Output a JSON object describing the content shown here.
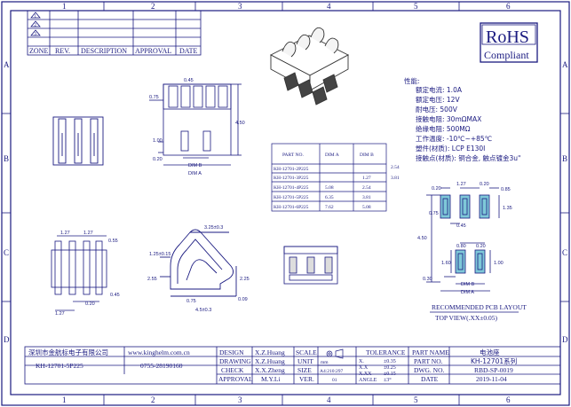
{
  "border": {
    "columns": [
      "1",
      "2",
      "3",
      "4",
      "5",
      "6"
    ],
    "rows": [
      "A",
      "B",
      "C",
      "D"
    ]
  },
  "revision": {
    "marks": [
      "1",
      "2",
      "3"
    ],
    "headers": [
      "ZONE",
      "REV.",
      "DESCRIPTION",
      "APPROVAL",
      "DATE"
    ]
  },
  "rohs": {
    "title": "RoHS",
    "subtitle": "Compliant"
  },
  "properties": {
    "title": "性能:",
    "lines": [
      "额定电流: 1.0A",
      "额定电压: 12V",
      "耐电压: 500V",
      "接触电阻: 30mΩMAX",
      "绝缘电阻: 500MΩ",
      "工作温度: -10℃~+85℃",
      "塑件(材质): LCP E130I",
      "接触点(材质): 铜合金, 触点镀金3u\""
    ]
  },
  "parts_table": {
    "headers": [
      "PART NO.",
      "DIM A",
      "DIM B"
    ],
    "rows": [
      [
        "KH-12701-2P225",
        "",
        ""
      ],
      [
        "KH-12701-3P225",
        "",
        "1.27"
      ],
      [
        "KH-12701-4P225",
        "5.08",
        "2.54"
      ],
      [
        "KH-12701-5P225",
        "6.35",
        "3.81"
      ],
      [
        "KH-12701-6P225",
        "7.62",
        "5.08"
      ]
    ],
    "side_values": [
      "2.54",
      "3.81"
    ]
  },
  "dims": {
    "top_045": "0.45",
    "top_075": "0.75",
    "top_450": "4.50",
    "top_100": "1.00",
    "top_020": "0.20",
    "dim_b": "DIM B",
    "dim_a": "DIM A",
    "bl_127a": "1.27",
    "bl_127b": "1.27",
    "bl_055": "0.55",
    "bl_045": "0.45",
    "bl_020": "0.20",
    "bl_127c": "1.27",
    "side_325": "3.25±0.3",
    "side_125": "1.25±0.15",
    "side_255": "2.55",
    "side_225": "2.25",
    "side_075": "0.75",
    "side_009": "0.09",
    "side_450": "4.5±0.3",
    "pcb_020": "0.20",
    "pcb_127a": "1.27",
    "pcb_020b": "0.20",
    "pcb_085": "0.85",
    "pcb_075": "0.75",
    "pcb_135": "1.35",
    "pcb_045": "0.45",
    "pcb_450": "4.50",
    "pcb_080": "0.80",
    "pcb_020c": "0.20",
    "pcb_160": "1.60",
    "pcb_100": "1.00",
    "pcb_030": "0.30",
    "pcb_dimb": "DIM B",
    "pcb_dima": "DIM A",
    "pcb_caption": "RECOMMENDED PCB LAYOUT",
    "pcb_caption2": "TOP VIEW(.XX±0.05)"
  },
  "title_block": {
    "company": "深圳市金航标电子有限公司",
    "website": "www.kinghelm.com.cn",
    "part": "KH-12701-5P225",
    "phone": "0755-28190160",
    "design_l": "DESIGN",
    "design_v": "X.Z.Huang",
    "drawing_l": "DRAWING",
    "drawing_v": "X.Z.Huang",
    "check_l": "CHECK",
    "check_v": "X.X.Zheng",
    "approval_l": "APPROVAL",
    "approval_v": "M.Y.Li",
    "scale_l": "SCALE",
    "unit_l": "UNIT",
    "unit_v": "mm",
    "size_l": "SIZE",
    "size_v": "A4:210:297",
    "ver_l": "VER.",
    "ver_v": "01",
    "tol_l": "TOLERANCE",
    "tol_rows": [
      [
        "X.",
        "±0.35"
      ],
      [
        "X.X",
        "±0.25"
      ],
      [
        "X.XX",
        "±0.15"
      ],
      [
        "ANGLE",
        "±3°"
      ]
    ],
    "partname_l": "PART NAME",
    "partname_v": "电池座",
    "partno_l": "PART NO.",
    "partno_v": "KH-12701系列",
    "dwgno_l": "DWG. NO.",
    "dwgno_v": "RBD-SP-0019",
    "date_l": "DATE",
    "date_v": "2019-11-04"
  }
}
